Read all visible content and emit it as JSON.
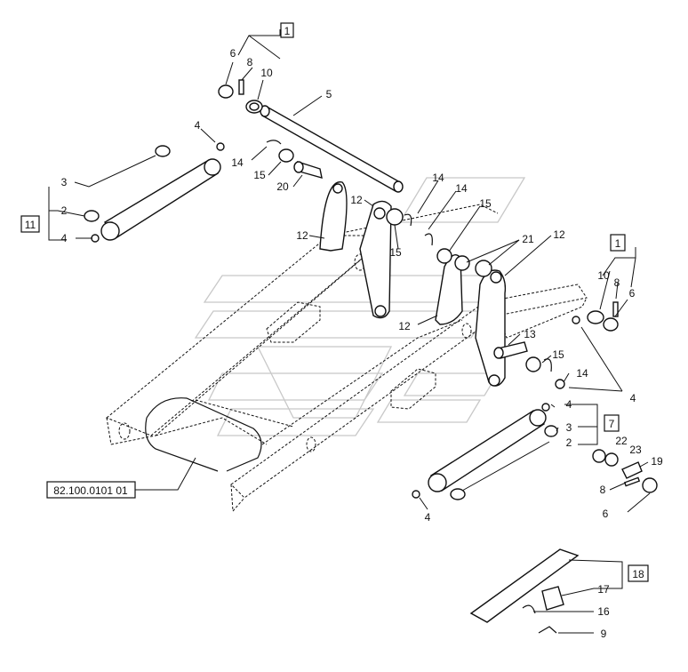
{
  "reference_label": "82.100.0101 01",
  "group_boxes": [
    "1",
    "11",
    "1",
    "7",
    "18"
  ],
  "callouts": {
    "top_6": "6",
    "top_8": "8",
    "top_10": "10",
    "top_5": "5",
    "left_4a": "4",
    "left_3": "3",
    "left_2": "2",
    "left_4b": "4",
    "c_14": "14",
    "c_15": "15",
    "c_20": "20",
    "m_12a": "12",
    "m_12b": "12",
    "m_14a": "14",
    "m_14b": "14",
    "m_15a": "15",
    "m_15b": "15",
    "m_21": "21",
    "m_12c": "12",
    "m_12d": "12",
    "r_10": "10",
    "r_8": "8",
    "r_6": "6",
    "r_13": "13",
    "r_15": "15",
    "r_14": "14",
    "r_4": "4",
    "b_4a": "4",
    "b_3": "3",
    "b_2": "2",
    "b_22": "22",
    "b_23": "23",
    "b_19": "19",
    "b_8": "8",
    "b_6": "6",
    "b_4b": "4",
    "bt_17": "17",
    "bt_16": "16",
    "bt_9": "9"
  }
}
